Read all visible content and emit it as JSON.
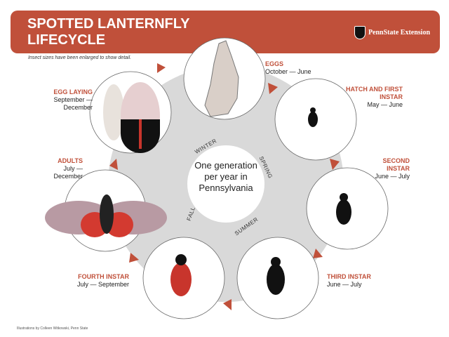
{
  "header": {
    "title_line1": "SPOTTED LANTERNFLY",
    "title_line2": "LIFECYCLE",
    "brand": "PennState Extension"
  },
  "note": "Insect sizes have been enlarged to show detail.",
  "credit": "Illustrations by Colleen Witkowski, Penn State",
  "center_text": "One generation per year in Pennsylvania",
  "seasons": [
    "WINTER",
    "SPRING",
    "SUMMER",
    "FALL"
  ],
  "stages": [
    {
      "name": "EGGS",
      "period": "October — June"
    },
    {
      "name": "HATCH AND FIRST INSTAR",
      "period": "May — June"
    },
    {
      "name": "SECOND INSTAR",
      "period": "June — July"
    },
    {
      "name": "THIRD INSTAR",
      "period": "June — July"
    },
    {
      "name": "FOURTH INSTAR",
      "period": "July — September"
    },
    {
      "name": "ADULTS",
      "period": "July — December"
    },
    {
      "name": "EGG LAYING",
      "period": "September — December"
    }
  ],
  "colors": {
    "accent": "#c0503a",
    "ring": "#d9d9d9"
  }
}
